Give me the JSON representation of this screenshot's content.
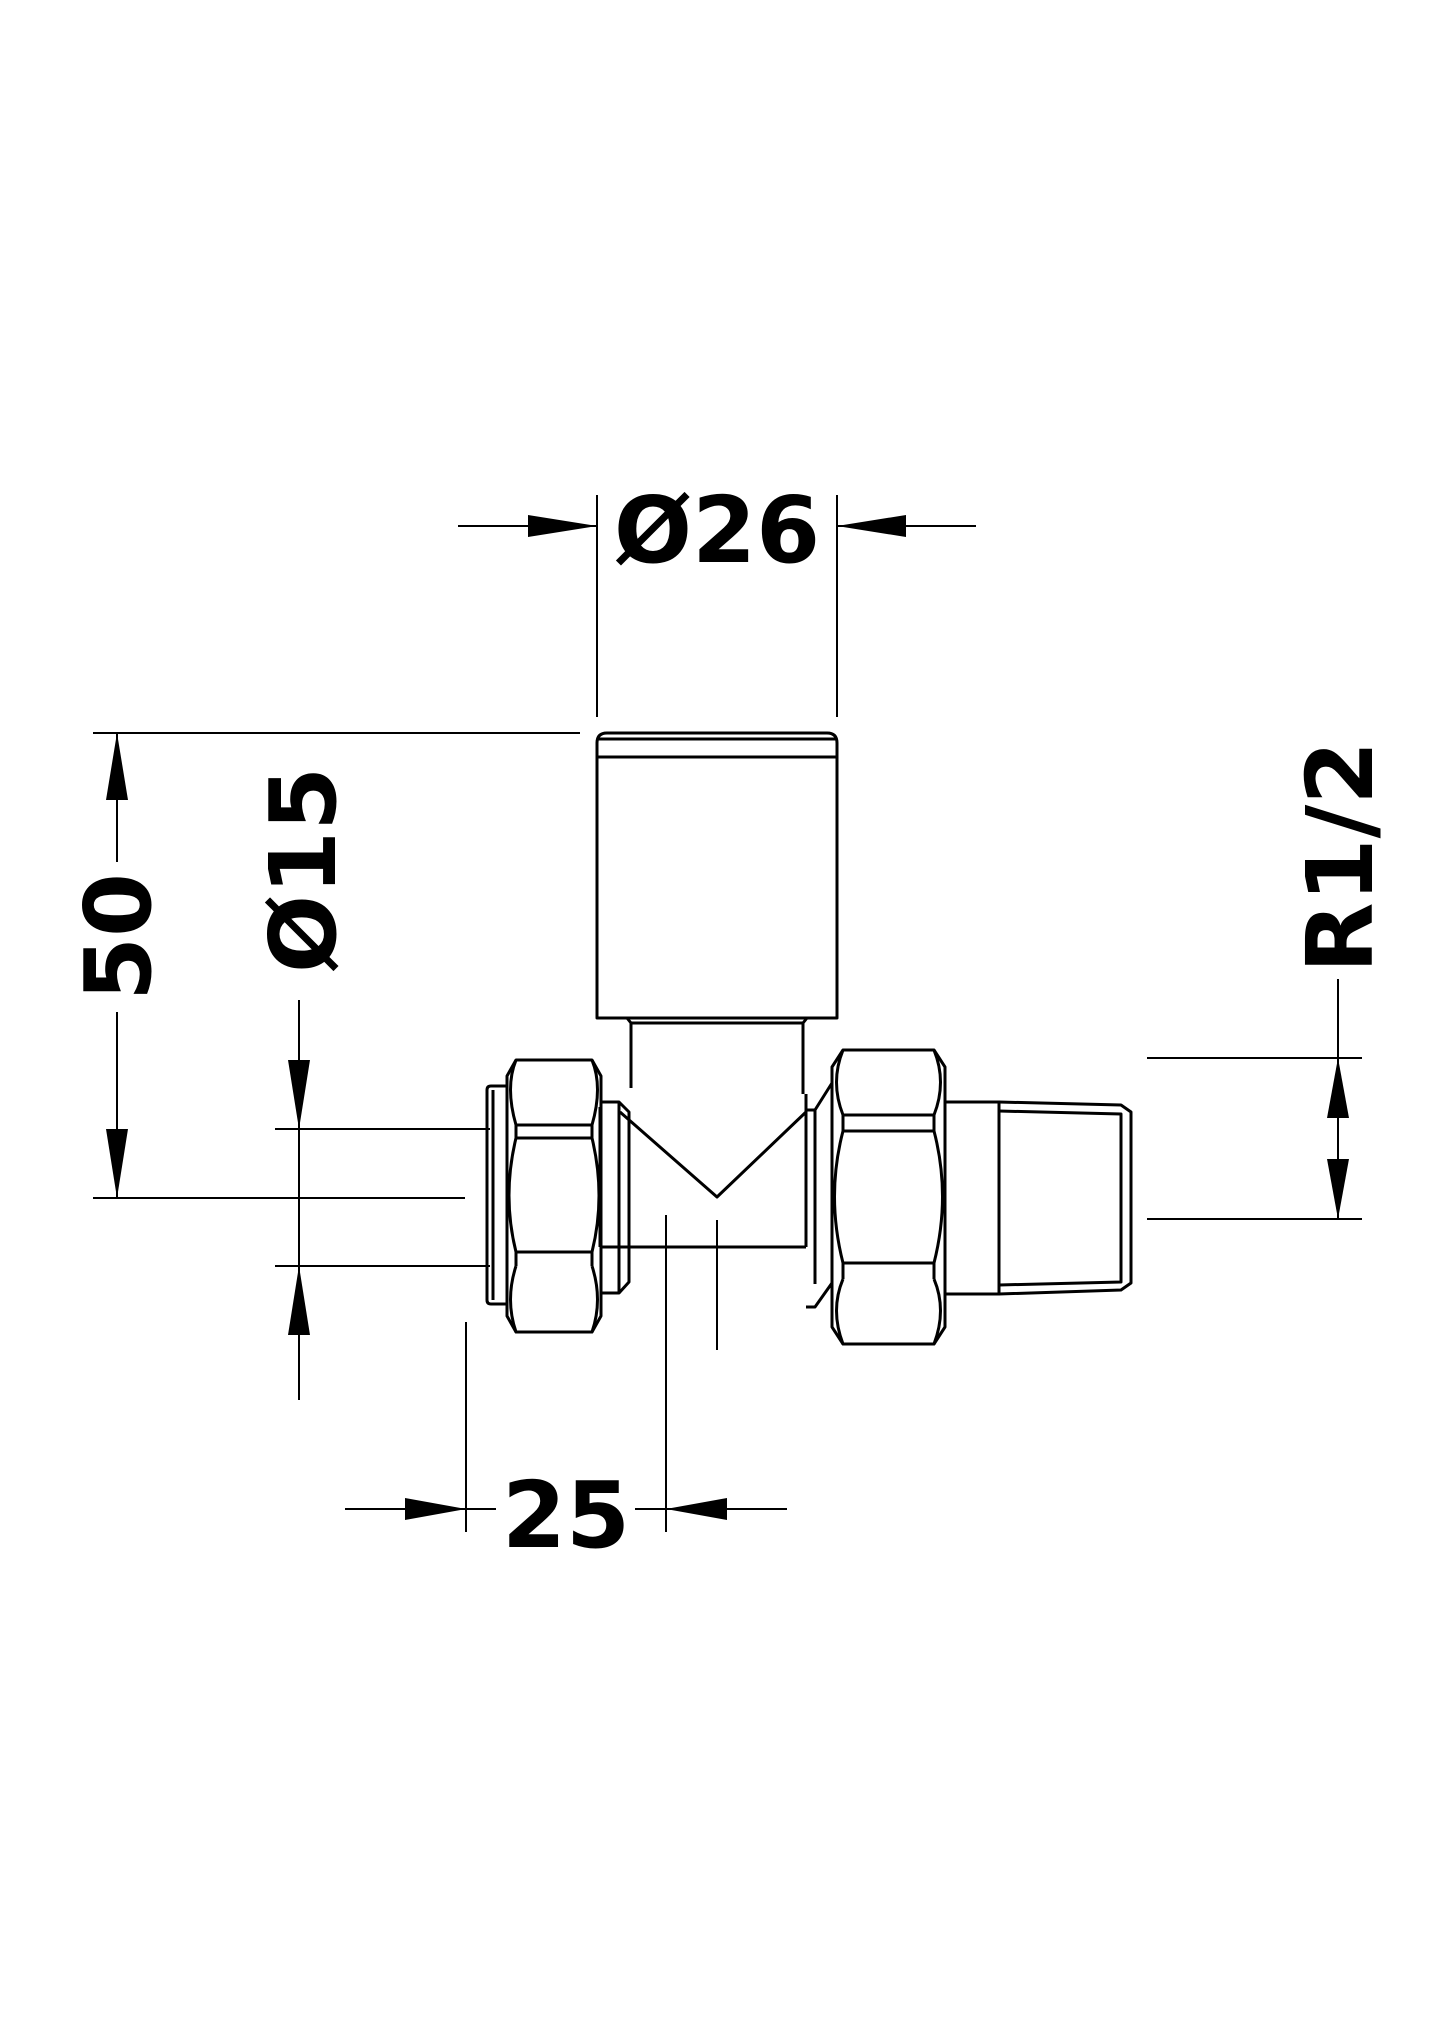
{
  "drawing": {
    "subject": "Straight radiator valve — technical dimension drawing",
    "line_color": "#000000",
    "background": "#ffffff"
  },
  "dimensions": {
    "handle_diameter": {
      "label": "Ø26",
      "orientation": "horizontal"
    },
    "overall_height": {
      "label": "50",
      "orientation": "vertical"
    },
    "pipe_diameter": {
      "label": "Ø15",
      "orientation": "vertical"
    },
    "body_offset": {
      "label": "25",
      "orientation": "horizontal"
    },
    "thread_size": {
      "label": "R1/2",
      "orientation": "vertical"
    }
  }
}
